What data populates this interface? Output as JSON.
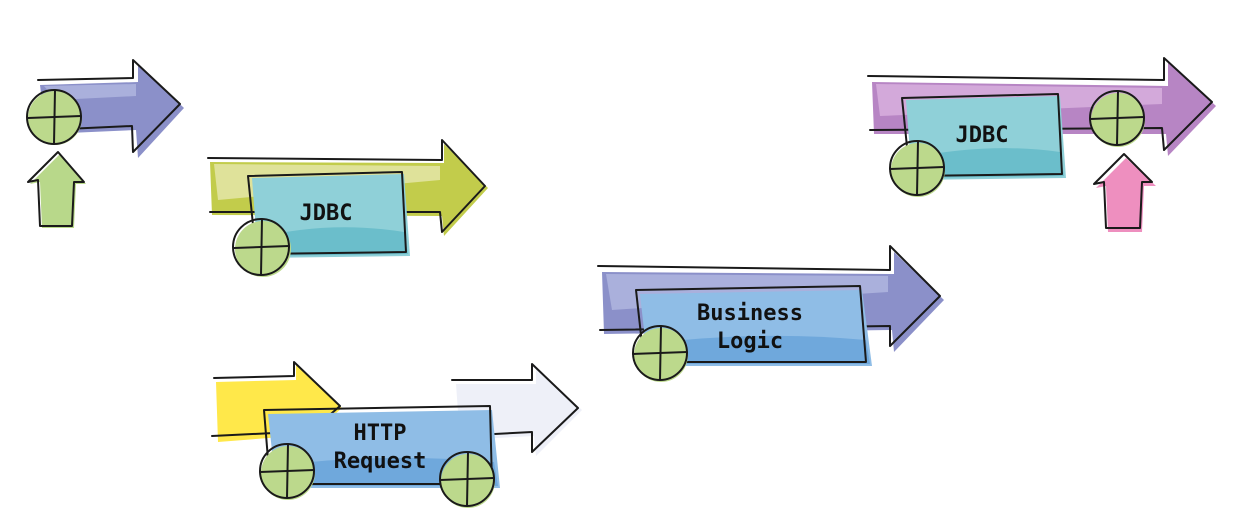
{
  "colors": {
    "periwinkle": "#8b90c9",
    "periwinkle_light": "#aab0dc",
    "olive": "#c2cc4b",
    "olive_light": "#dfe29a",
    "green_arrow": "#b8d88a",
    "yellow": "#ffe84a",
    "white_arrow": "#eef0f8",
    "purple": "#b785c4",
    "purple_light": "#d3a9da",
    "pink": "#ee8fbf",
    "box_teal": "#8fd0d8",
    "box_blue": "#8fbde6",
    "circle_green": "#bcd98c",
    "outline": "#1a1a1a"
  },
  "labels": {
    "jdbc_left": "JDBC",
    "http_line1": "HTTP",
    "http_line2": "Request",
    "business_line1": "Business",
    "business_line2": "Logic",
    "jdbc_right": "JDBC"
  },
  "icons": {
    "connector": "crossed-circle-icon",
    "arrow": "arrow-right-icon",
    "arrow_up": "arrow-up-icon"
  }
}
